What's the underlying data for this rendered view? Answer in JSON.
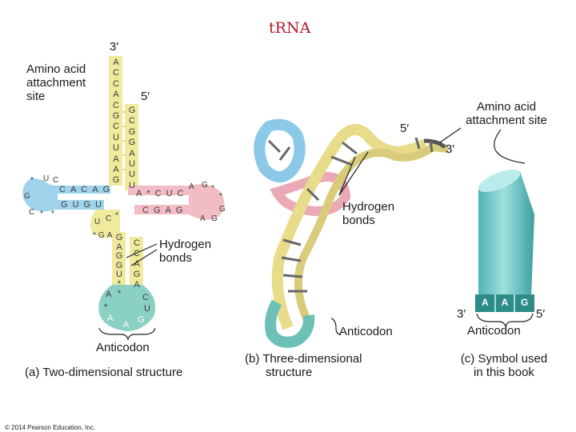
{
  "title": "tRNA",
  "panel_a": {
    "top_prime": "3′",
    "five_prime": "5′",
    "attachment_label_l1": "Amino acid",
    "attachment_label_l2": "attachment",
    "attachment_label_l3": "site",
    "hbond_label_l1": "Hydrogen",
    "hbond_label_l2": "bonds",
    "anticodon_label": "Anticodon",
    "caption": "(a) Two-dimensional structure",
    "acceptor_left": [
      "A",
      "C",
      "C",
      "A",
      "C",
      "G",
      "C",
      "U",
      "U",
      "A",
      "A",
      "G"
    ],
    "acceptor_right": [
      "G",
      "C",
      "G",
      "G",
      "A",
      "U",
      "U",
      "U"
    ],
    "d_arm_top": [
      "C",
      "A",
      "C",
      "A",
      "G"
    ],
    "d_arm_bottom": [
      "G",
      "U",
      "G",
      "U"
    ],
    "d_loop": [
      "U",
      "C",
      "*",
      "G",
      "C",
      "*",
      "*"
    ],
    "t_arm_top": [
      "A",
      "*",
      "C",
      "U",
      "C"
    ],
    "t_arm_bottom": [
      "C",
      "G",
      "A",
      "G"
    ],
    "t_loop": [
      "A",
      "G",
      "*",
      "*",
      "G",
      "G",
      "A"
    ],
    "var_loop": [
      "U",
      "C",
      "*"
    ],
    "anticodon_stem_left": [
      "G",
      "A",
      "G",
      "G",
      "U",
      "*",
      "*"
    ],
    "anticodon_stem_right": [
      "C",
      "C",
      "A",
      "G",
      "A"
    ],
    "anticodon_loop": [
      "A",
      "*",
      "A",
      "A",
      "G",
      "U",
      "C"
    ],
    "junction": [
      "*",
      "G",
      "A"
    ]
  },
  "panel_b": {
    "five_prime": "5′",
    "three_prime": "3′",
    "attachment_label_l1": "Amino acid",
    "attachment_label_l2": "attachment site",
    "hbond_label_l1": "Hydrogen",
    "hbond_label_l2": "bonds",
    "anticodon_label": "Anticodon",
    "caption_l1": "(b) Three-dimensional",
    "caption_l2": "structure"
  },
  "panel_c": {
    "three_prime": "3′",
    "five_prime": "5′",
    "anticodon_bases": [
      "A",
      "A",
      "G"
    ],
    "anticodon_label": "Anticodon",
    "caption_l1": "(c) Symbol used",
    "caption_l2": "in this book"
  },
  "copyright": "© 2014 Pearson Education, Inc.",
  "colors": {
    "title": "#b2182b",
    "acceptor_stem": "#f0ea9c",
    "d_arm": "#9fd4ec",
    "t_arm": "#f2bcc4",
    "anticodon_arm": "#8ad0c4",
    "base_text": "#3a3a3a",
    "backbone": "#8a8060",
    "symbol_body": "#7fcfd0",
    "symbol_dark": "#2e8c86"
  }
}
